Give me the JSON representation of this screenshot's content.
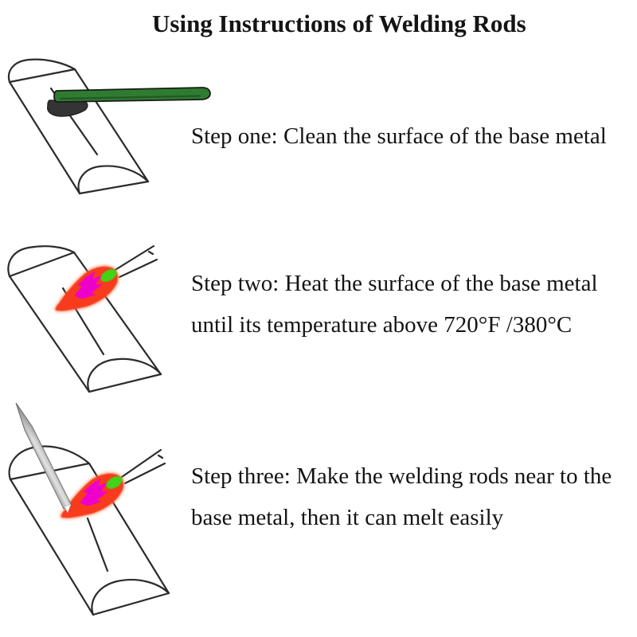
{
  "title": "Using Instructions of Welding Rods",
  "steps": [
    {
      "name": "step-one",
      "lines": [
        "Step one: Clean the surface of the base metal"
      ]
    },
    {
      "name": "step-two",
      "lines": [
        "Step two: Heat the surface of the base metal",
        "until its temperature above 720°F /380°C"
      ]
    },
    {
      "name": "step-three",
      "lines": [
        "Step three: Make the welding rods near to the",
        "base metal, then it can melt easily"
      ]
    }
  ],
  "colors": {
    "ink": "#2b2b2b",
    "brush_handle_green": "#2f7c31",
    "brush_bristles": "#343434",
    "flame_outer_red": "#f73b1c",
    "flame_glow": "#ff8c5f",
    "flame_inner_magenta": "#ee00cc",
    "flame_core_green": "#3fd414",
    "rod_light": "#dcdcdc",
    "rod_dark": "#8f8f8f"
  }
}
